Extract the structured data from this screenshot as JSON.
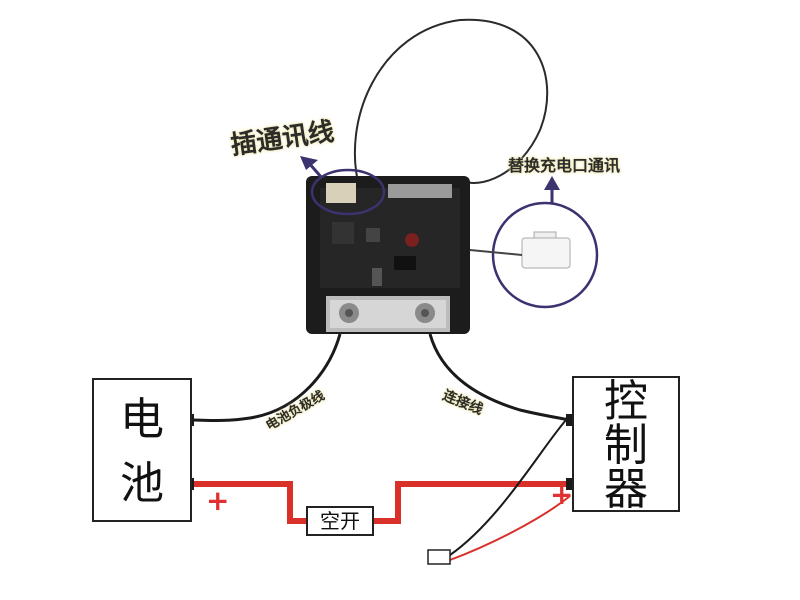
{
  "labels": {
    "comm_cable": "插通讯线",
    "charge_port_comm": "替换充电口通讯",
    "battery_negative_cable": "电池负极线",
    "connect_cable": "连接线",
    "battery_line1": "电",
    "battery_line2": "池",
    "controller_line1": "控",
    "controller_line2": "制",
    "controller_line3": "器",
    "breaker": "空开",
    "plus_battery": "+",
    "plus_controller": "+"
  },
  "colors": {
    "positive_wire": "#d9302a",
    "negative_wire": "#1a1a1a",
    "circle_highlight": "#3b3270",
    "arrow": "#3b3270",
    "pcb": "#1c1c1c"
  }
}
